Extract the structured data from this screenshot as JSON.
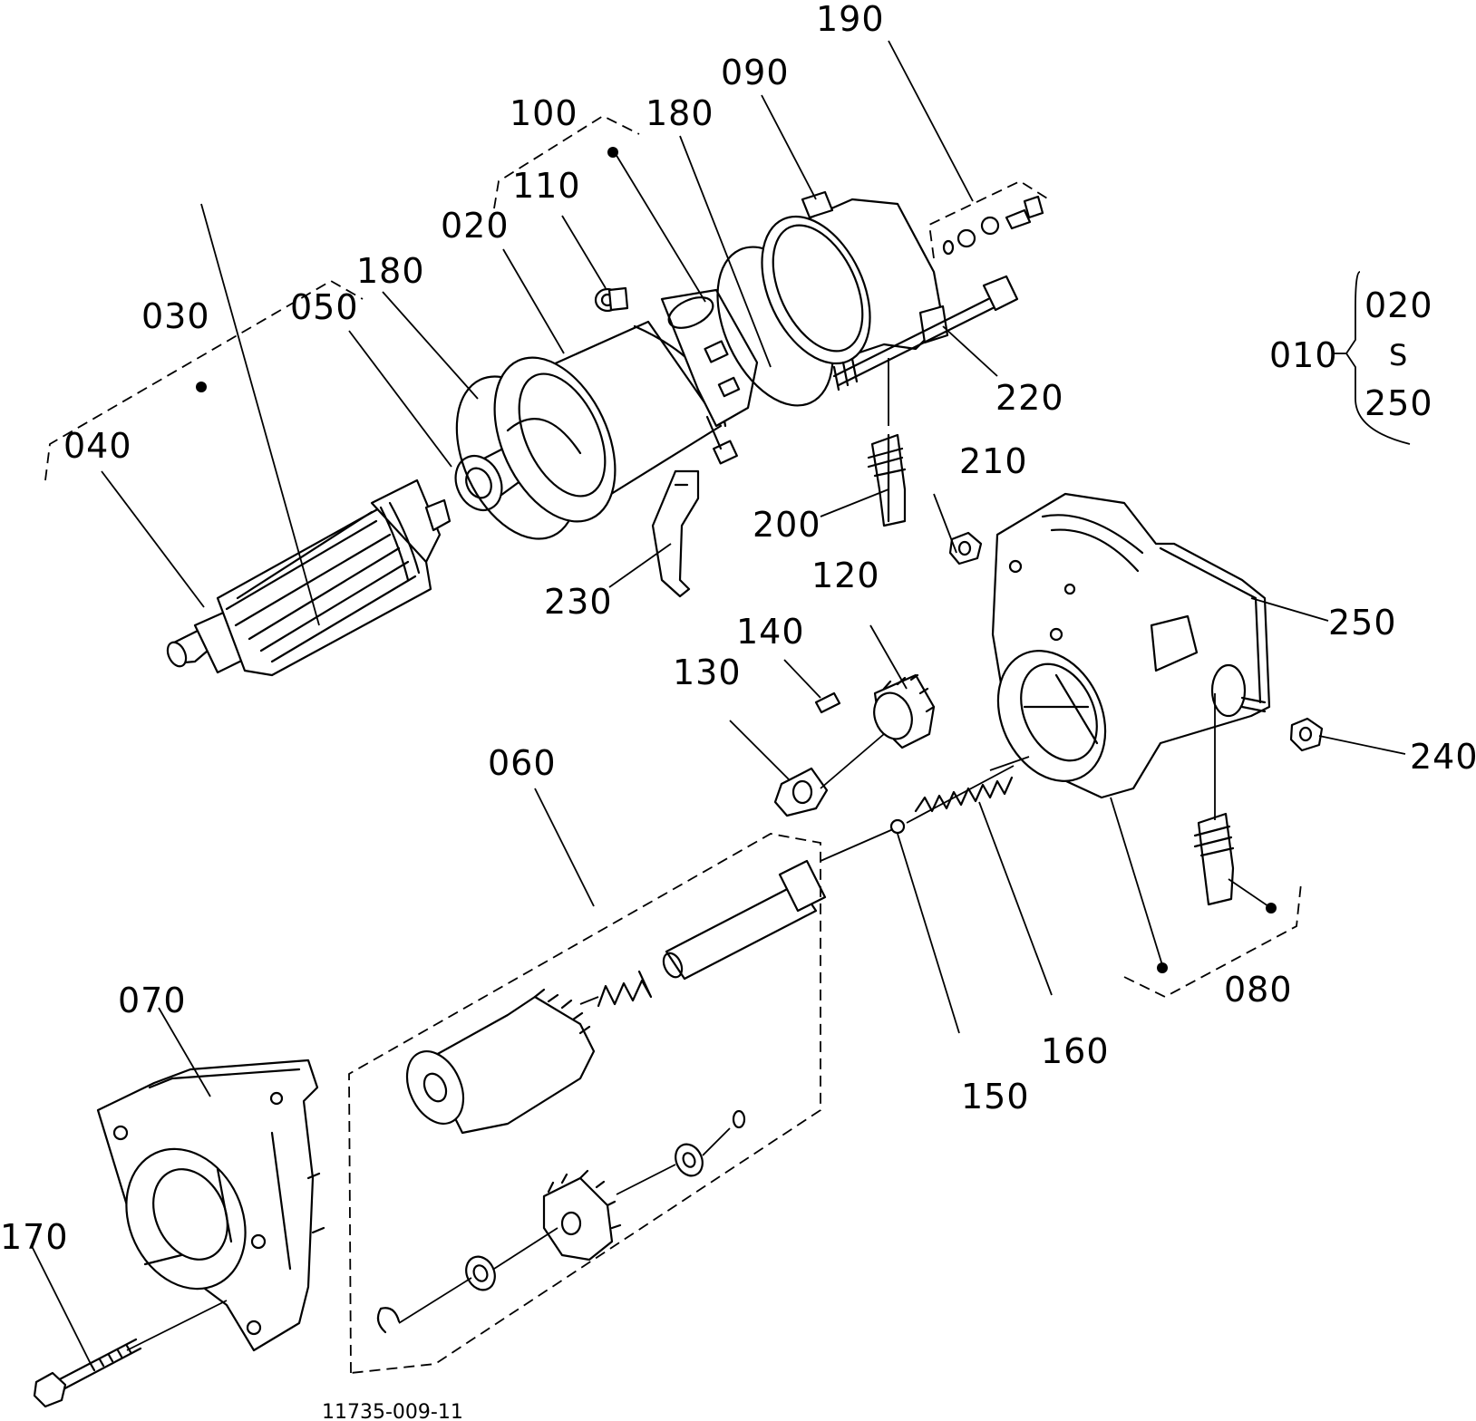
{
  "labels": {
    "p190": "190",
    "p090": "090",
    "p100": "100",
    "p180a": "180",
    "p110": "110",
    "p020": "020",
    "p180b": "180",
    "p030": "030",
    "p050": "050",
    "p040": "040",
    "p220": "220",
    "p210": "210",
    "p200": "200",
    "p230": "230",
    "p120": "120",
    "p140": "140",
    "p130": "130",
    "p250": "250",
    "p240": "240",
    "p060": "060",
    "p070": "070",
    "p080": "080",
    "p150": "150",
    "p160": "160",
    "p170": "170"
  },
  "legend": {
    "parent": "010",
    "from": "020",
    "range_symbol": "S",
    "to": "250"
  },
  "drawing_number": "11735-009-11"
}
